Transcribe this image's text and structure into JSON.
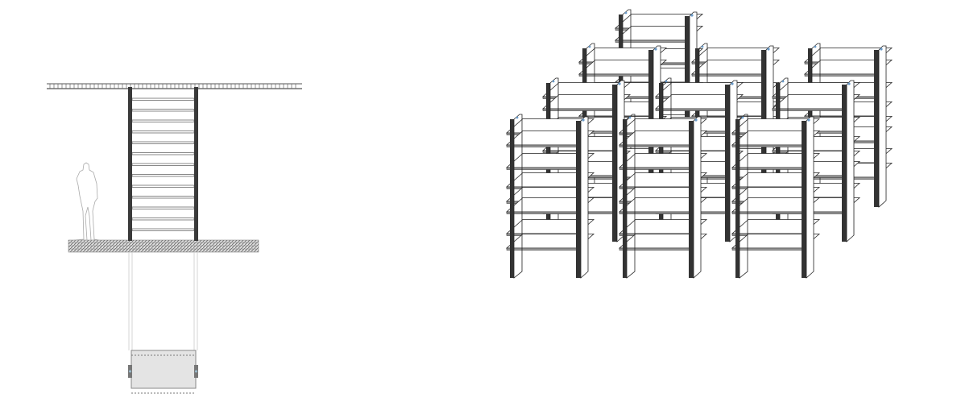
{
  "section": {
    "rung_count": 13,
    "colors": {
      "post": "#3a3a3a",
      "rung": "#888888",
      "box_fill": "#e4e4e4",
      "line": "#555555"
    }
  },
  "axonometric": {
    "tower_rows": [
      1,
      3,
      3,
      3
    ],
    "shelf_levels": [
      20,
      35,
      63,
      87,
      105,
      118,
      145,
      163
    ],
    "colors": {
      "post": "#333333",
      "shelf": "#ffffff",
      "edge": "#222222",
      "accent": "#6a9ac8"
    }
  }
}
